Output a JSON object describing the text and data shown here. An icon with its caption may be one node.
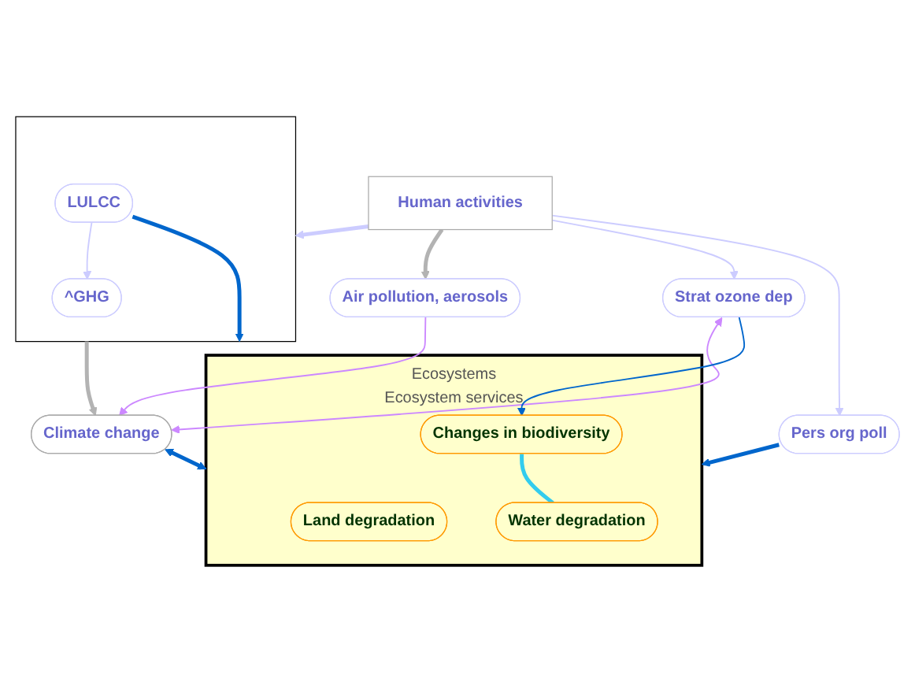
{
  "diagram": {
    "nodes": [
      {
        "text": [
          "Human activities"
        ]
      },
      {
        "text": [
          "Air pollution, aerosols"
        ]
      },
      {
        "text": [],
        "shape": "box"
      },
      {
        "text": [
          "^GHG"
        ],
        "in": 2
      },
      {
        "text": [
          "LULCC"
        ],
        "in": 2
      },
      {
        "text": [
          "Pers org poll"
        ]
      },
      {
        "text": [
          "Strat ozone dep"
        ]
      },
      {
        "text": [
          "Climate change"
        ]
      },
      {
        "text": [
          "Ecosystems",
          "Ecosystem services"
        ]
      },
      {
        "text": [
          "Land degradation"
        ],
        "in": 8
      },
      {
        "text": [
          "Changes in biodiversity"
        ],
        "in": 8
      },
      {
        "text": [
          "Water degradation"
        ],
        "in": 8
      }
    ],
    "edges": [
      {
        "from": 0,
        "to": 1,
        "arrow": "to",
        "style": "thick",
        "color": "#b3b3b3"
      },
      {
        "from": 0,
        "to": 2,
        "arrow": "to",
        "style": "thick",
        "color": "#ccccff"
      },
      {
        "from": 0,
        "to": 6,
        "arrow": "to",
        "color": "#ccccff"
      },
      {
        "from": 0,
        "to": 5,
        "arrow": "to",
        "color": "#ccccff"
      },
      {
        "from": 4,
        "to": 3,
        "arrow": "to",
        "color": "#ccccff"
      },
      {
        "from": 1,
        "to": 7,
        "arrow": "to",
        "color": "#cc88ff"
      },
      {
        "from": 6,
        "to": 7,
        "arrow": "both",
        "color": "#cc88ff"
      },
      {
        "from": 2,
        "to": 7,
        "arrow": "to",
        "style": "thick",
        "color": "#b3b3b3"
      },
      {
        "from": 7,
        "to": 8,
        "arrow": "to",
        "style": "thick"
      },
      {
        "from": 8,
        "to": 7,
        "arrow": "to"
      },
      {
        "from": 4,
        "to": 8,
        "arrow": "to",
        "style": "thick"
      },
      {
        "from": 6,
        "to": 10,
        "arrow": "to"
      },
      {
        "from": 5,
        "to": 8,
        "arrow": "to",
        "style": "thick"
      },
      {
        "from": 10,
        "to": 11,
        "arrow": "none",
        "style": "thick",
        "color": "#33ccee"
      }
    ]
  }
}
